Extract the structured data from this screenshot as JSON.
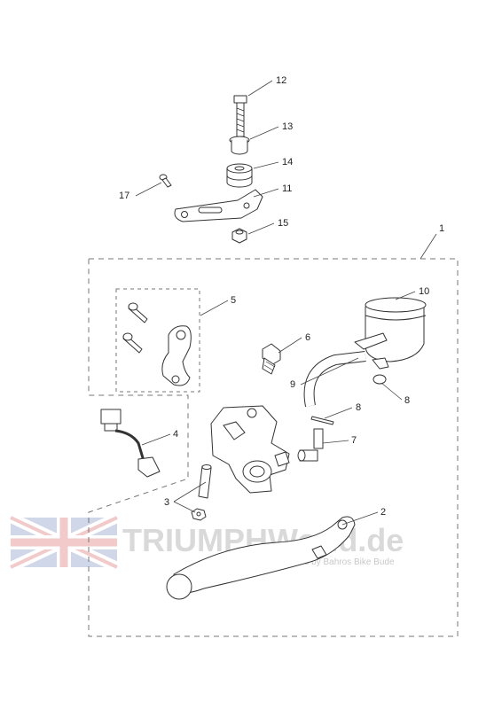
{
  "callouts": {
    "c1": "1",
    "c2": "2",
    "c3": "3",
    "c4": "4",
    "c5": "5",
    "c6": "6",
    "c7": "7",
    "c8a": "8",
    "c8b": "8",
    "c9": "9",
    "c10": "10",
    "c11": "11",
    "c12": "12",
    "c13": "13",
    "c14": "14",
    "c15": "15",
    "c17": "17"
  },
  "watermark": {
    "brand": "TRIUMPHWorld.de",
    "tagline": "powered by Bahros Bike Bude"
  },
  "colors": {
    "line": "#333333",
    "dash": "#777777",
    "watermark": "#d9d9d9",
    "flag_red": "#e8a0a0",
    "flag_blue": "#a9b8d8"
  }
}
